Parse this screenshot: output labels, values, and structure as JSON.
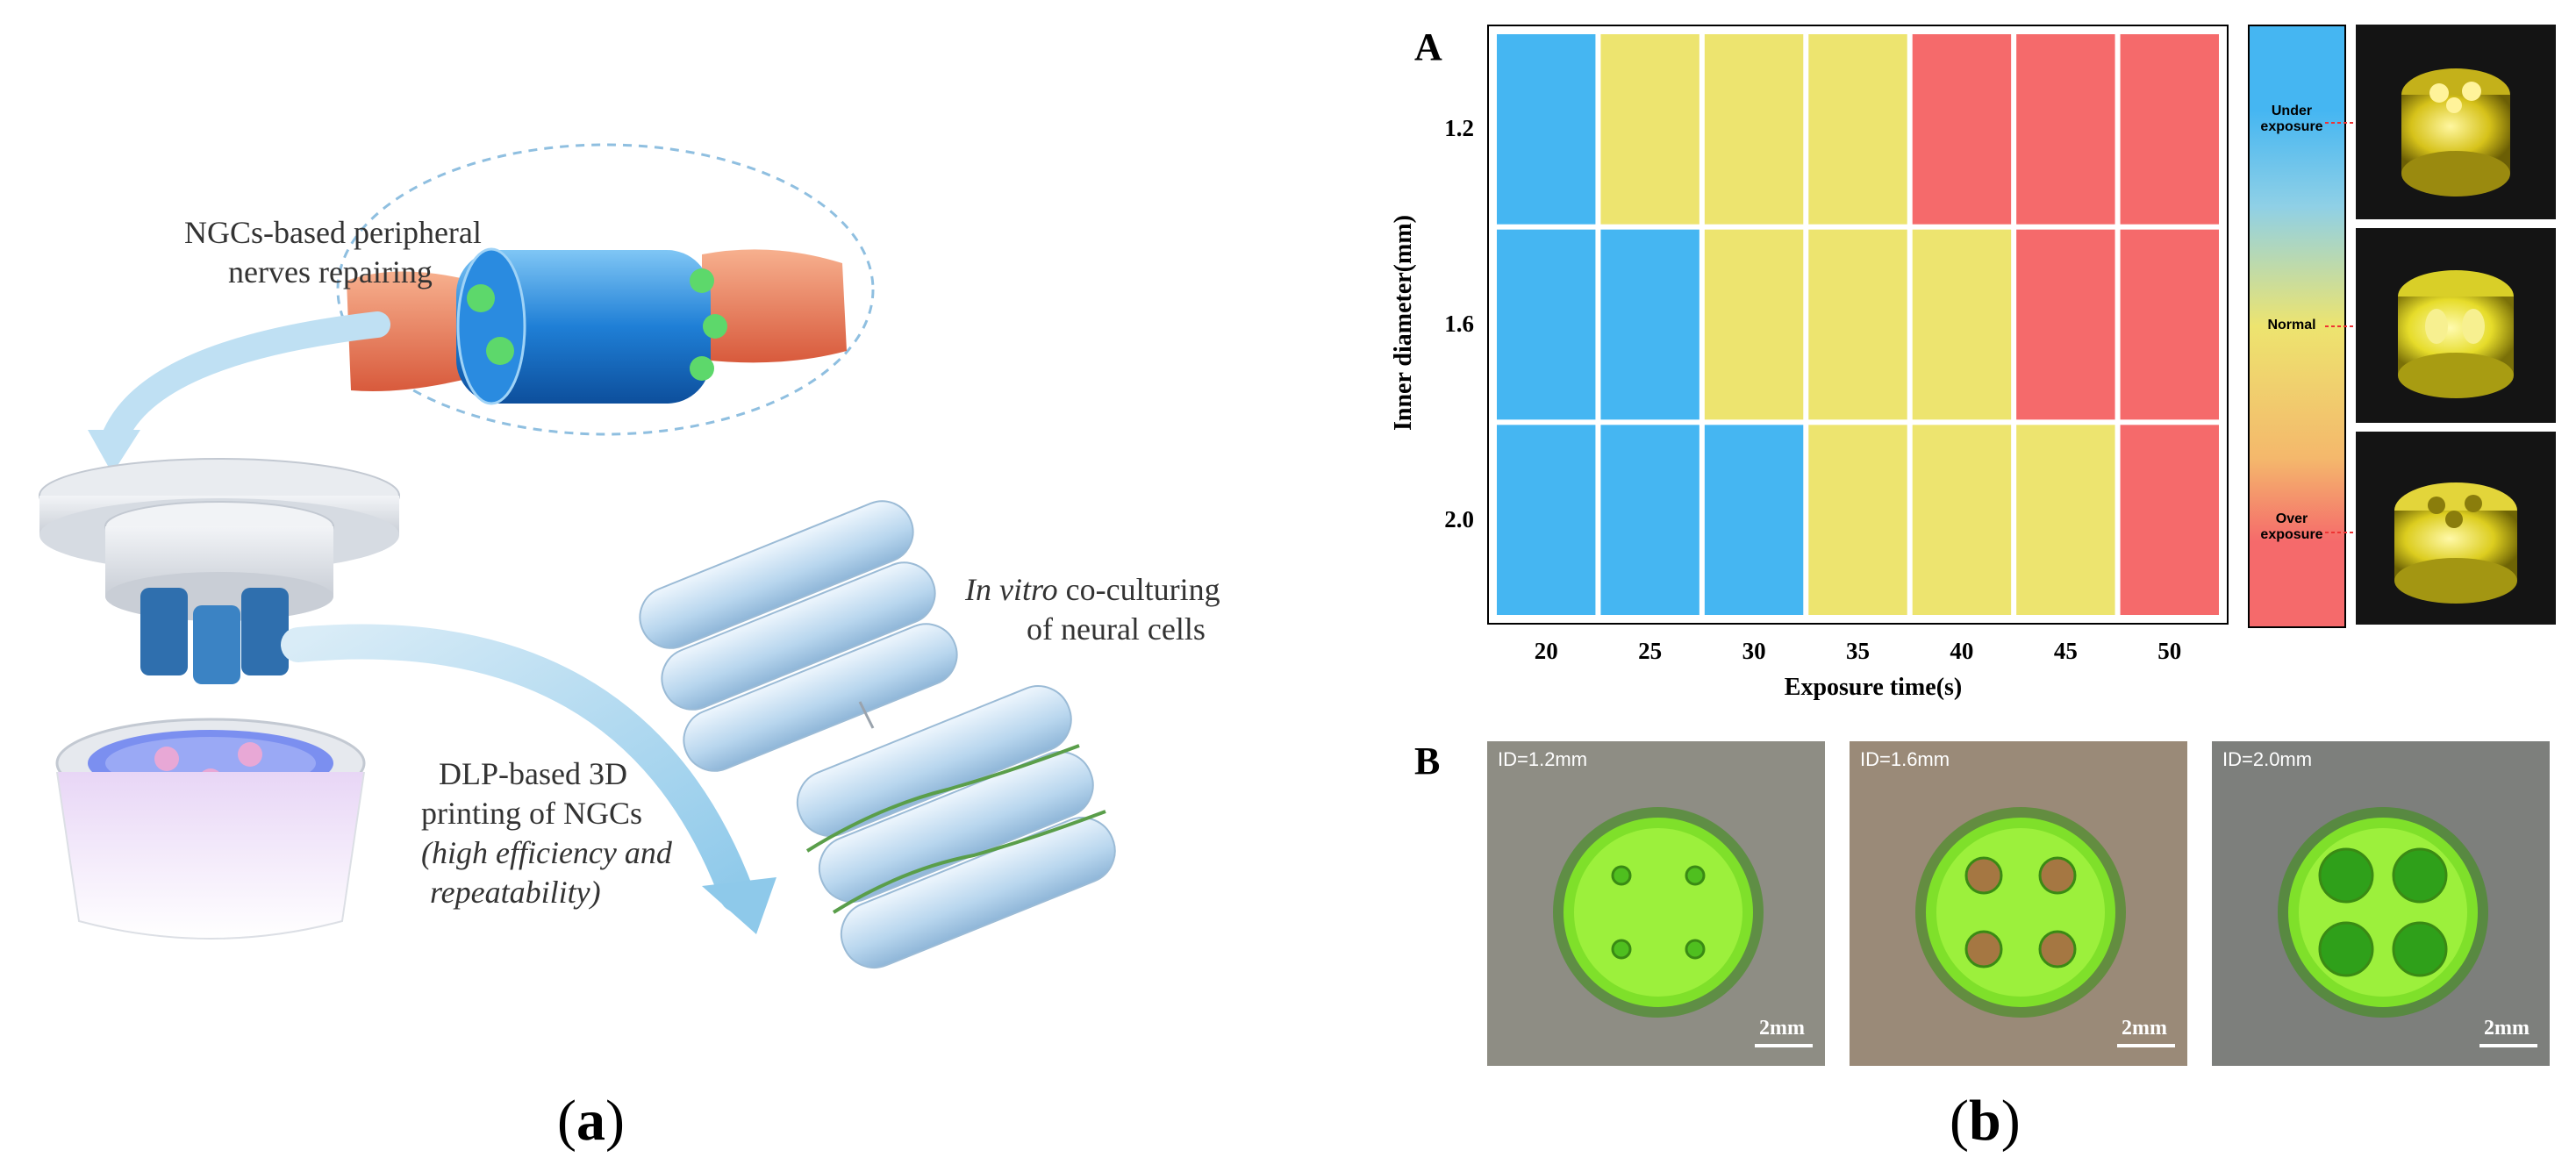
{
  "figure": {
    "labels": {
      "a": "a",
      "b": "b"
    },
    "schematic": {
      "repair_text": [
        "NGCs-based peripheral",
        "nerves repairing"
      ],
      "culture_text_italic": "In vitro",
      "culture_text_rest": " co-culturing",
      "culture_text_line2": "of neural cells",
      "printing_text": [
        "DLP-based 3D",
        "printing  of NGCs"
      ],
      "printing_text_italic": [
        "(high efficiency and",
        "repeatability)"
      ]
    },
    "panel_A": {
      "letter": "A",
      "colorbar_labels": {
        "under": [
          "Under",
          "exposure"
        ],
        "normal": "Normal",
        "over": [
          "Over",
          "exposure"
        ]
      },
      "colors": {
        "under": "#45b6f2",
        "normal": "#ede46f",
        "over": "#f56a6b"
      }
    },
    "panel_B": {
      "letter": "B",
      "photos": [
        {
          "id_label": "ID=1.2mm",
          "scale": "2mm"
        },
        {
          "id_label": "ID=1.6mm",
          "scale": "2mm"
        },
        {
          "id_label": "ID=2.0mm",
          "scale": "2mm"
        }
      ]
    }
  },
  "chart_data": {
    "type": "heatmap",
    "title": "",
    "xlabel": "Exposure time(s)",
    "ylabel": "Inner diameter(mm)",
    "x": [
      20,
      25,
      30,
      35,
      40,
      45,
      50
    ],
    "y": [
      1.2,
      1.6,
      2.0
    ],
    "categories": [
      "Under exposure",
      "Normal",
      "Over exposure"
    ],
    "cells": [
      [
        "Under exposure",
        "Normal",
        "Normal",
        "Normal",
        "Over exposure",
        "Over exposure",
        "Over exposure"
      ],
      [
        "Under exposure",
        "Under exposure",
        "Normal",
        "Normal",
        "Normal",
        "Over exposure",
        "Over exposure"
      ],
      [
        "Under exposure",
        "Under exposure",
        "Under exposure",
        "Normal",
        "Normal",
        "Normal",
        "Over exposure"
      ]
    ]
  }
}
